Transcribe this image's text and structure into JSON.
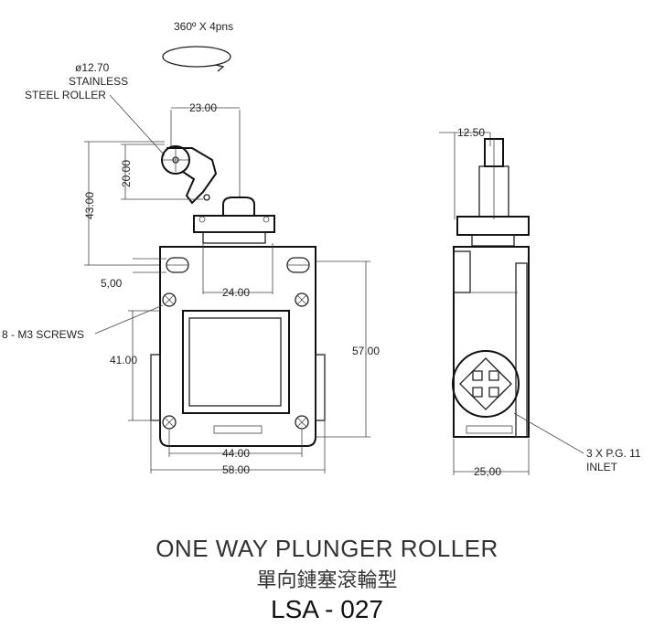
{
  "dimensions": {
    "rotation": "360º X 4pns",
    "roller_dia": "ø12.70",
    "roller_material_1": "STAINLESS",
    "roller_material_2": "STEEL ROLLER",
    "d23": "23.00",
    "d20": "20.00",
    "d43": "43.00",
    "d5": "5,00",
    "d24": "24.00",
    "screws": "8 - M3 SCREWS",
    "d41": "41.00",
    "d57": "57.00",
    "d44": "44.00",
    "d58": "58.00",
    "d12_5": "12.50",
    "inlet_1": "3 X P.G. 11",
    "inlet_2": "INLET",
    "d25": "25,00"
  },
  "title": {
    "english": "ONE WAY PLUNGER ROLLER",
    "chinese": "單向鏈塞滾輪型",
    "model": "LSA - 027"
  }
}
